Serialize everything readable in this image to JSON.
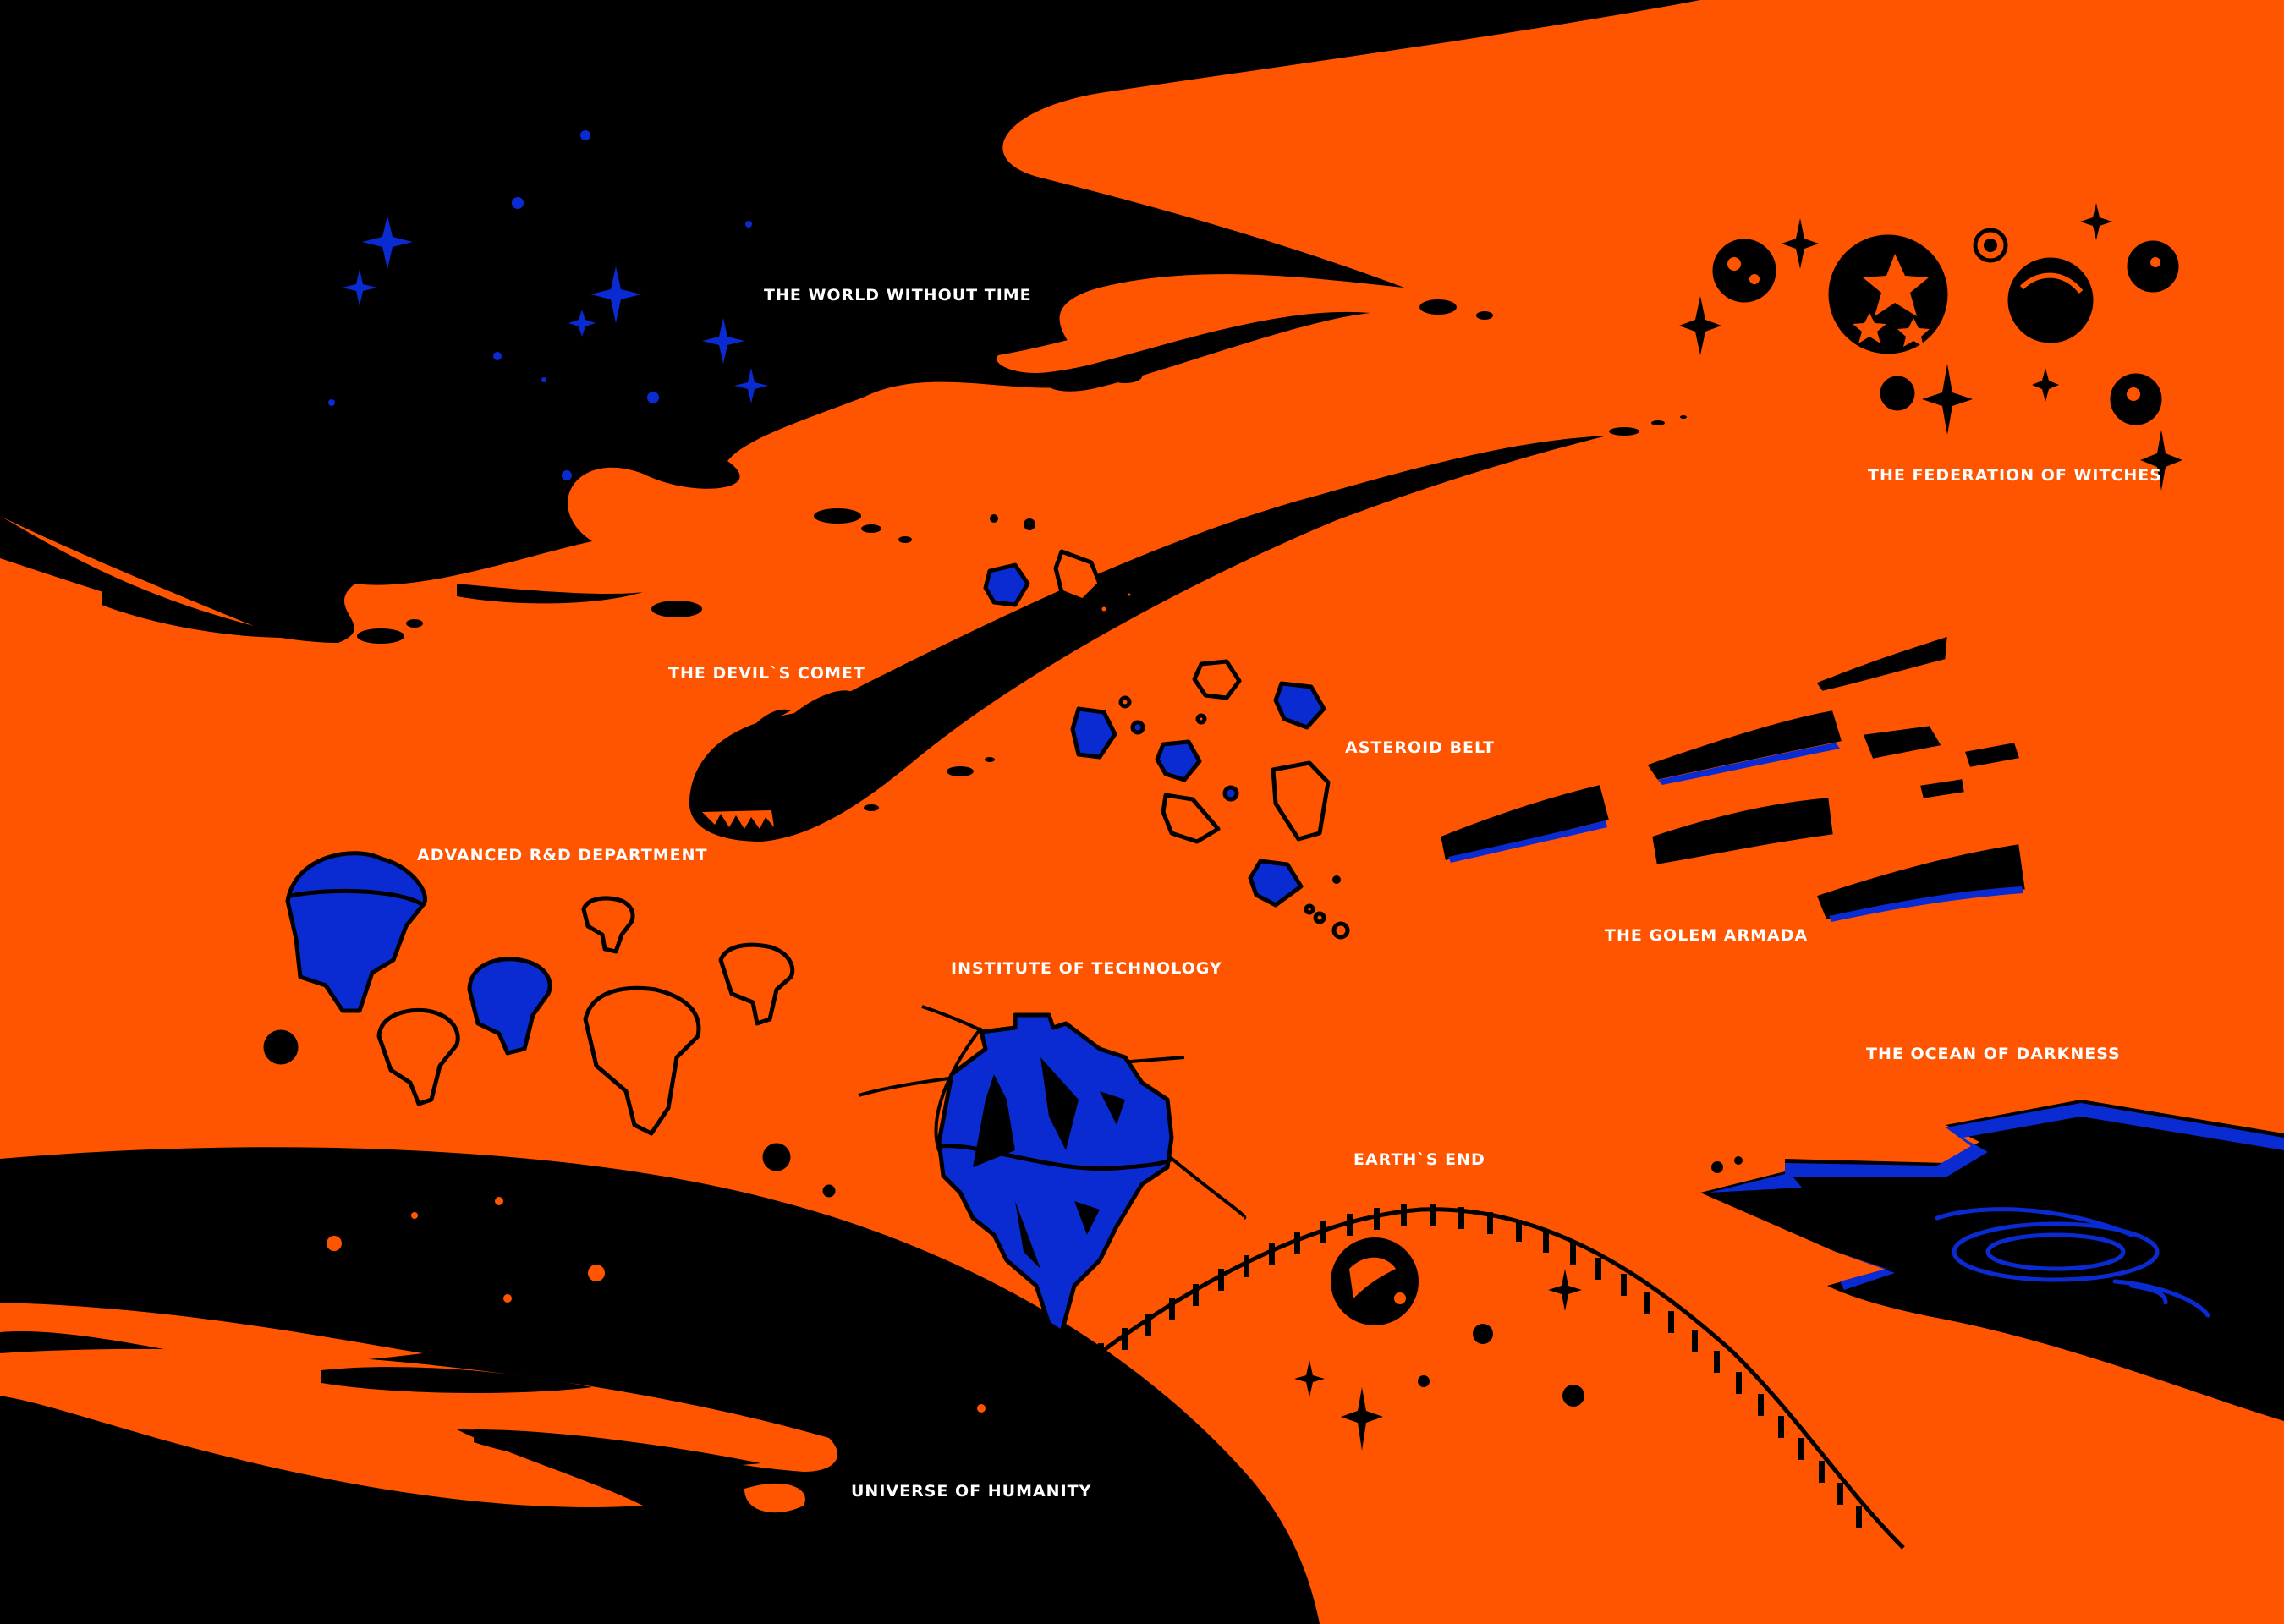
{
  "colors": {
    "background": "#ff5500",
    "void": "#000000",
    "accent": "#0a2bd1",
    "label": "#ffffff"
  },
  "labels": {
    "world_without_time": "THE WORLD WITHOUT TIME",
    "federation_of_witches": "THE FEDERATION OF WITCHES",
    "devils_comet": "THE DEVIL`S COMET",
    "asteroid_belt": "ASTEROID BELT",
    "advanced_rd": "ADVANCED R&D DEPARTMENT",
    "golem_armada": "THE GOLEM ARMADA",
    "institute_of_technology": "INSTITUTE OF TECHNOLOGY",
    "ocean_of_darkness": "THE OCEAN OF DARKNESS",
    "earths_end": "EARTH`S END",
    "universe_of_humanity": "UNIVERSE OF HUMANITY"
  }
}
